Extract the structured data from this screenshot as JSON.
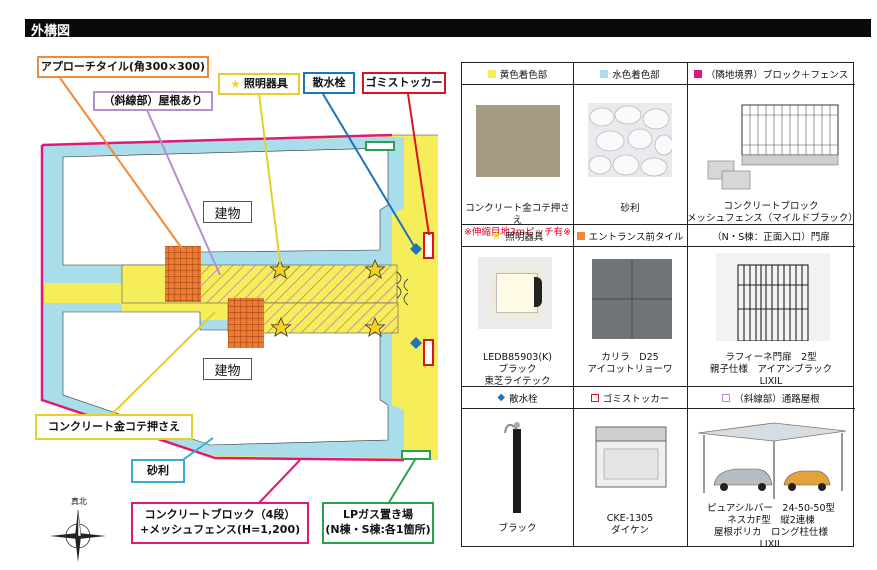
{
  "title": "外構図",
  "labels": {
    "approach_tile": "アプローチタイル(角300×300)",
    "roof_slant": "（斜線部）屋根あり",
    "lighting": "照明器具",
    "faucet": "散水栓",
    "garbage": "ゴミストッカー",
    "concrete": "コンクリート金コテ押さえ",
    "gravel": "砂利",
    "block_line1": "コンクリートブロック（4段）",
    "block_line2": "+メッシュフェンス(H=1,200)",
    "lpgas_line1": "LPガス置き場",
    "lpgas_line2": "(N棟・S棟:各1箇所)",
    "building_north": "建物",
    "building_south": "建物",
    "compass_north": "真北"
  },
  "colors": {
    "yellow": "#f5ee5a",
    "cyan": "#a9ddea",
    "magenta": "#e0187a",
    "orange": "#f08a3a",
    "tile_orange": "#ee7a30",
    "star": "#f6d21e",
    "blue": "#1f73b8",
    "red": "#d9131f",
    "green": "#2aa14a",
    "purple": "#b58fd0",
    "gold_line": "#e6cf2a"
  },
  "legend": {
    "headers": [
      {
        "icon": "yellow-square",
        "label": "黄色着色部"
      },
      {
        "icon": "cyan-square",
        "label": "水色着色部"
      },
      {
        "icon": "magenta-square",
        "label": "（隣地境界）ブロック＋フェンス"
      },
      {
        "icon": "star",
        "label": "照明器具"
      },
      {
        "icon": "orange-square",
        "label": "エントランス前タイル"
      },
      {
        "icon": "none",
        "label": "（N・S棟：正面入口）門扉"
      },
      {
        "icon": "blue-diamond",
        "label": "散水栓"
      },
      {
        "icon": "red-square-outline",
        "label": "ゴミストッカー"
      },
      {
        "icon": "purple-square-outline",
        "label": "（斜線部）通路屋根"
      }
    ],
    "captions": [
      {
        "lines": [
          "コンクリート金コテ押さえ"
        ],
        "note": "※伸縮目地3mピッチ有※"
      },
      {
        "lines": [
          "砂利"
        ]
      },
      {
        "lines": [
          "コンクリートブロック",
          "メッシュフェンス（マイルドブラック）"
        ]
      },
      {
        "lines": [
          "LEDB85903(K)",
          "ブラック",
          "東芝ライテック"
        ]
      },
      {
        "lines": [
          "カリラ　D25",
          "アイコットリョーワ"
        ]
      },
      {
        "lines": [
          "ラフィーネ門扉　2型",
          "親子仕様　アイアンブラック",
          "LIXIL"
        ]
      },
      {
        "lines": [
          "ブラック"
        ]
      },
      {
        "lines": [
          "CKE-1305",
          "ダイケン"
        ]
      },
      {
        "lines": [
          "ピュアシルバー　24-50-50型",
          "ネスカF型　縦2連棟",
          "屋根ポリカ　ロング柱仕様",
          "LIXIL"
        ]
      }
    ]
  }
}
